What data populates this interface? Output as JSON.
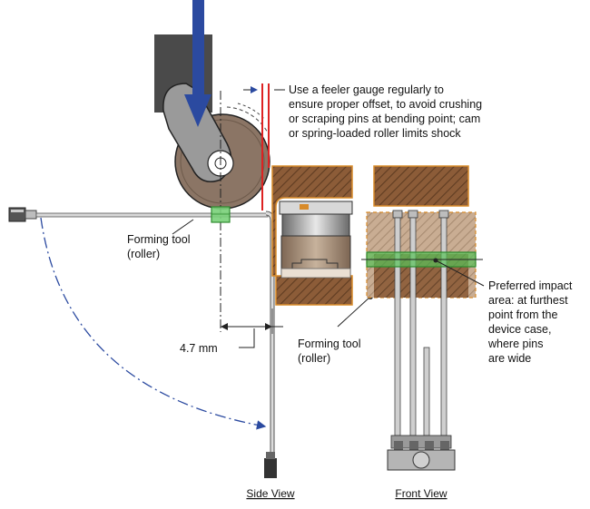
{
  "annotations": {
    "feeler_gauge": [
      "Use a feeler gauge regularly to",
      "ensure proper offset, to avoid crushing",
      "or scraping pins at bending point; cam",
      "or spring-loaded roller limits shock"
    ],
    "forming_tool_left": [
      "Forming tool",
      "(roller)"
    ],
    "forming_tool_right": [
      "Forming tool",
      "(roller)"
    ],
    "dimension": "4.7 mm",
    "impact_area": [
      "Preferred impact",
      "area: at furthest",
      "point from the",
      "device case,",
      "where pins",
      "are wide"
    ]
  },
  "views": {
    "side": "Side View",
    "front": "Front View"
  },
  "colors": {
    "arrow_blue": "#2b4aa0",
    "roller_brown": "#8b7565",
    "arm_gray": "#9a9a9a",
    "block_gray": "#4a4a4a",
    "wood_brown": "#8a5a36",
    "wood_outline": "#d88b2a",
    "impact_green": "#58c058",
    "gauge_red": "#dd2222",
    "pin_gray": "#aaaaaa"
  }
}
